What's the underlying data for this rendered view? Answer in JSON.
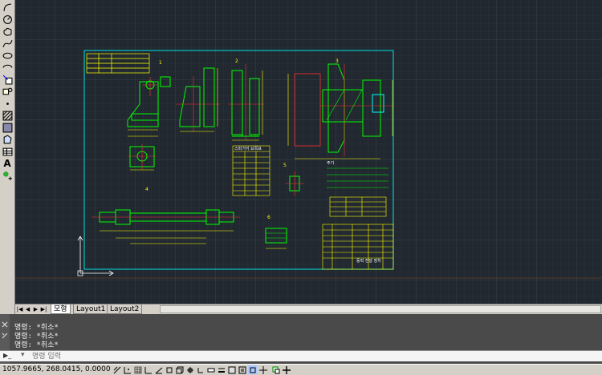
{
  "toolbar_left": {
    "icons": [
      "arc-icon",
      "circle-icon",
      "revision-cloud-icon",
      "spline-icon",
      "ellipse-icon",
      "ellipse-arc-icon",
      "insert-block-icon",
      "make-block-icon",
      "point-icon",
      "hatch-icon",
      "gradient-icon",
      "region-icon",
      "table-icon",
      "multiline-text-icon",
      "add-selected-icon"
    ],
    "text_icon_glyph": "A"
  },
  "drawing": {
    "balloons": [
      "1",
      "2",
      "3",
      "4",
      "5",
      "6"
    ],
    "notes_heading": "주기",
    "parts_table_title": "스퍼기어 요목표",
    "title_block_label": "동력 전달 장치"
  },
  "tabs": {
    "model": "모형",
    "layout1": "Layout1",
    "layout2": "Layout2"
  },
  "command": {
    "prompt_label": "명령:",
    "lines": [
      "명령: *취소*",
      "명령: *취소*",
      "명령: *취소*"
    ],
    "input_placeholder": "명령 입력"
  },
  "status": {
    "coordinates": "1057.9665, 268.0415, 0.0000"
  },
  "colors": {
    "model_space": "#212830",
    "drawing_border": "#00ffff",
    "part_lines": "#00ff00",
    "center_lines": "#ff0000",
    "dimension_lines": "#ffff00",
    "command_bg": "#4a4a4a"
  }
}
